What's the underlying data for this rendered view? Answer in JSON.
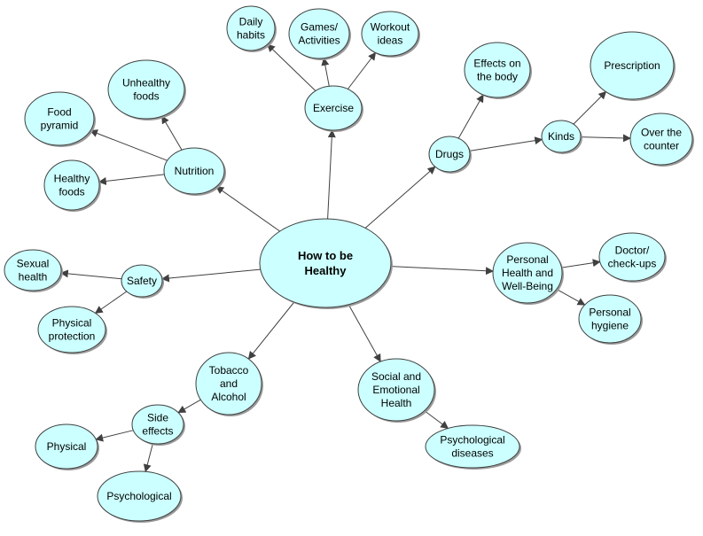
{
  "colors": {
    "node_fill": "#ccffff",
    "node_stroke": "#404040",
    "edge": "#404040",
    "shadow": "#9a9a9a"
  },
  "nodes": {
    "center": {
      "lines": [
        "How to be",
        "Healthy"
      ]
    },
    "exercise": {
      "lines": [
        "Exercise"
      ]
    },
    "daily_habits": {
      "lines": [
        "Daily",
        "habits"
      ]
    },
    "games_activities": {
      "lines": [
        "Games/",
        "Activities"
      ]
    },
    "workout_ideas": {
      "lines": [
        "Workout",
        "ideas"
      ]
    },
    "nutrition": {
      "lines": [
        "Nutrition"
      ]
    },
    "unhealthy_foods": {
      "lines": [
        "Unhealthy",
        "foods"
      ]
    },
    "food_pyramid": {
      "lines": [
        "Food",
        "pyramid"
      ]
    },
    "healthy_foods": {
      "lines": [
        "Healthy",
        "foods"
      ]
    },
    "drugs": {
      "lines": [
        "Drugs"
      ]
    },
    "effects_on_body": {
      "lines": [
        "Effects on",
        "the body"
      ]
    },
    "kinds": {
      "lines": [
        "Kinds"
      ]
    },
    "prescription": {
      "lines": [
        "Prescription"
      ]
    },
    "over_the_counter": {
      "lines": [
        "Over the",
        "counter"
      ]
    },
    "safety": {
      "lines": [
        "Safety"
      ]
    },
    "sexual_health": {
      "lines": [
        "Sexual",
        "health"
      ]
    },
    "physical_protection": {
      "lines": [
        "Physical",
        "protection"
      ]
    },
    "personal_health": {
      "lines": [
        "Personal",
        "Health and",
        "Well-Being"
      ]
    },
    "doctor_checkups": {
      "lines": [
        "Doctor/",
        "check-ups"
      ]
    },
    "personal_hygiene": {
      "lines": [
        "Personal",
        "hygiene"
      ]
    },
    "tobacco_alcohol": {
      "lines": [
        "Tobacco",
        "and",
        "Alcohol"
      ]
    },
    "side_effects": {
      "lines": [
        "Side",
        "effects"
      ]
    },
    "physical": {
      "lines": [
        "Physical"
      ]
    },
    "psychological": {
      "lines": [
        "Psychological"
      ]
    },
    "social_emotional": {
      "lines": [
        "Social and",
        "Emotional",
        "Health"
      ]
    },
    "psychological_diseases": {
      "lines": [
        "Psychological",
        "diseases"
      ]
    }
  }
}
